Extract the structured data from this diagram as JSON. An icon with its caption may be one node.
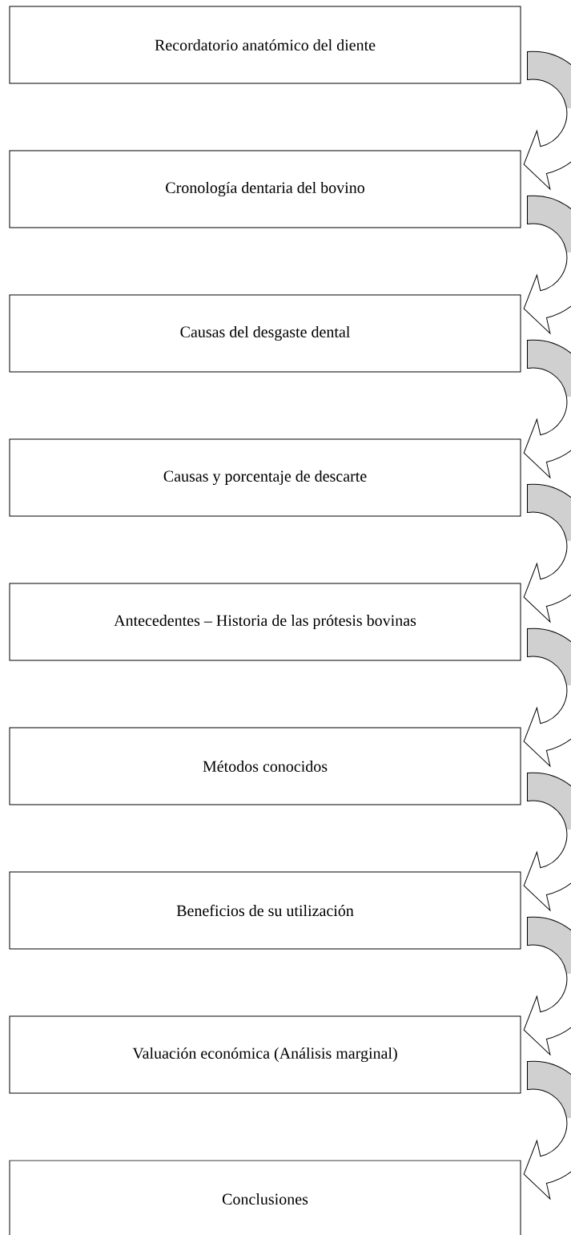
{
  "diagram": {
    "nodes": [
      {
        "text": [
          "Recordatorio anatómico del diente"
        ]
      },
      {
        "text": [
          "Cronología dentaria del bovino"
        ]
      },
      {
        "text": [
          "Causas del desgaste dental"
        ]
      },
      {
        "text": [
          "Causas y porcentaje de descarte"
        ]
      },
      {
        "text": [
          "Antecedentes – Historia de las prótesis bovinas"
        ]
      },
      {
        "text": [
          "Métodos conocidos"
        ]
      },
      {
        "text": [
          "Beneficios de su utilización"
        ]
      },
      {
        "text": [
          "Valuación económica (Análisis marginal)"
        ]
      },
      {
        "text": [
          "Conclusiones"
        ]
      }
    ],
    "edges": [
      {
        "from": 0,
        "to": 1,
        "arrow": "to"
      },
      {
        "from": 1,
        "to": 2,
        "arrow": "to"
      },
      {
        "from": 2,
        "to": 3,
        "arrow": "to"
      },
      {
        "from": 3,
        "to": 4,
        "arrow": "to"
      },
      {
        "from": 4,
        "to": 5,
        "arrow": "to"
      },
      {
        "from": 5,
        "to": 6,
        "arrow": "to"
      },
      {
        "from": 6,
        "to": 7,
        "arrow": "to"
      },
      {
        "from": 7,
        "to": 8,
        "arrow": "to"
      }
    ]
  }
}
